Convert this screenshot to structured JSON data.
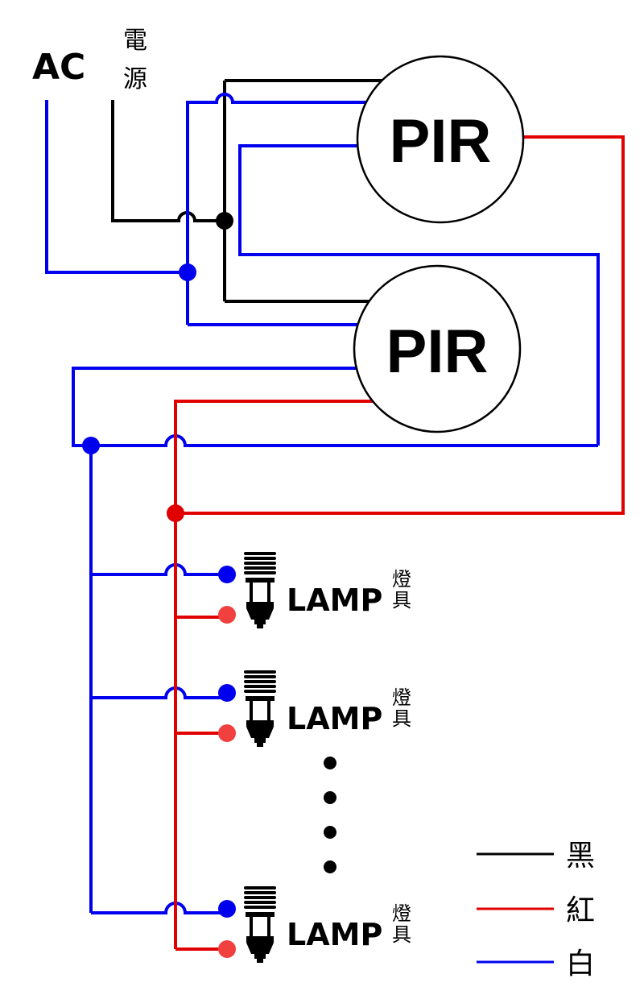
{
  "power": {
    "label": "AC",
    "cjk_label": "電源"
  },
  "sensors": [
    {
      "label": "PIR"
    },
    {
      "label": "PIR"
    }
  ],
  "lamps": [
    {
      "label": "LAMP",
      "cjk_label": "燈具"
    },
    {
      "label": "LAMP",
      "cjk_label": "燈具"
    },
    {
      "label": "LAMP",
      "cjk_label": "燈具"
    }
  ],
  "legend": [
    {
      "label": "黑",
      "color": "#000000"
    },
    {
      "label": "紅",
      "color": "#e00000"
    },
    {
      "label": "白",
      "color": "#0000ee"
    }
  ],
  "colors": {
    "black_wire": "#000000",
    "red_wire": "#e00000",
    "blue_wire": "#0000ee",
    "red_dot": "#f04040"
  }
}
